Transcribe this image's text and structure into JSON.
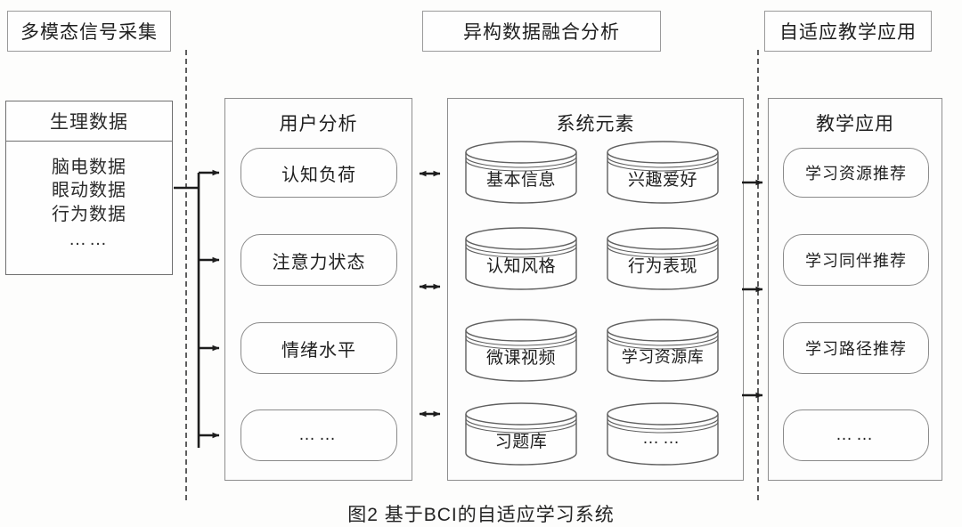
{
  "figure": {
    "caption": "图2    基于BCI的自适应学习系统",
    "stroke_color": "#8e8e8e",
    "text_color": "#1f1f1f",
    "background": "#fdfdfc"
  },
  "stages": {
    "left_header": "多模态信号采集",
    "middle_header": "异构数据融合分析",
    "right_header": "自适应教学应用"
  },
  "acquisition": {
    "panel_title": "生理数据",
    "items": [
      "脑电数据",
      "眼动数据",
      "行为数据"
    ],
    "ellipsis": "……"
  },
  "user_analysis": {
    "panel_title": "用户分析",
    "items": [
      "认知负荷",
      "注意力状态",
      "情绪水平"
    ],
    "ellipsis": "……"
  },
  "system_elements": {
    "panel_title": "系统元素",
    "items": [
      "基本信息",
      "兴趣爱好",
      "认知风格",
      "行为表现",
      "微课视频",
      "学习资源库",
      "习题库"
    ],
    "ellipsis": "……"
  },
  "teaching_application": {
    "panel_title": "教学应用",
    "items": [
      "学习资源推荐",
      "学习同伴推荐",
      "学习路径推荐"
    ],
    "ellipsis": "……"
  }
}
